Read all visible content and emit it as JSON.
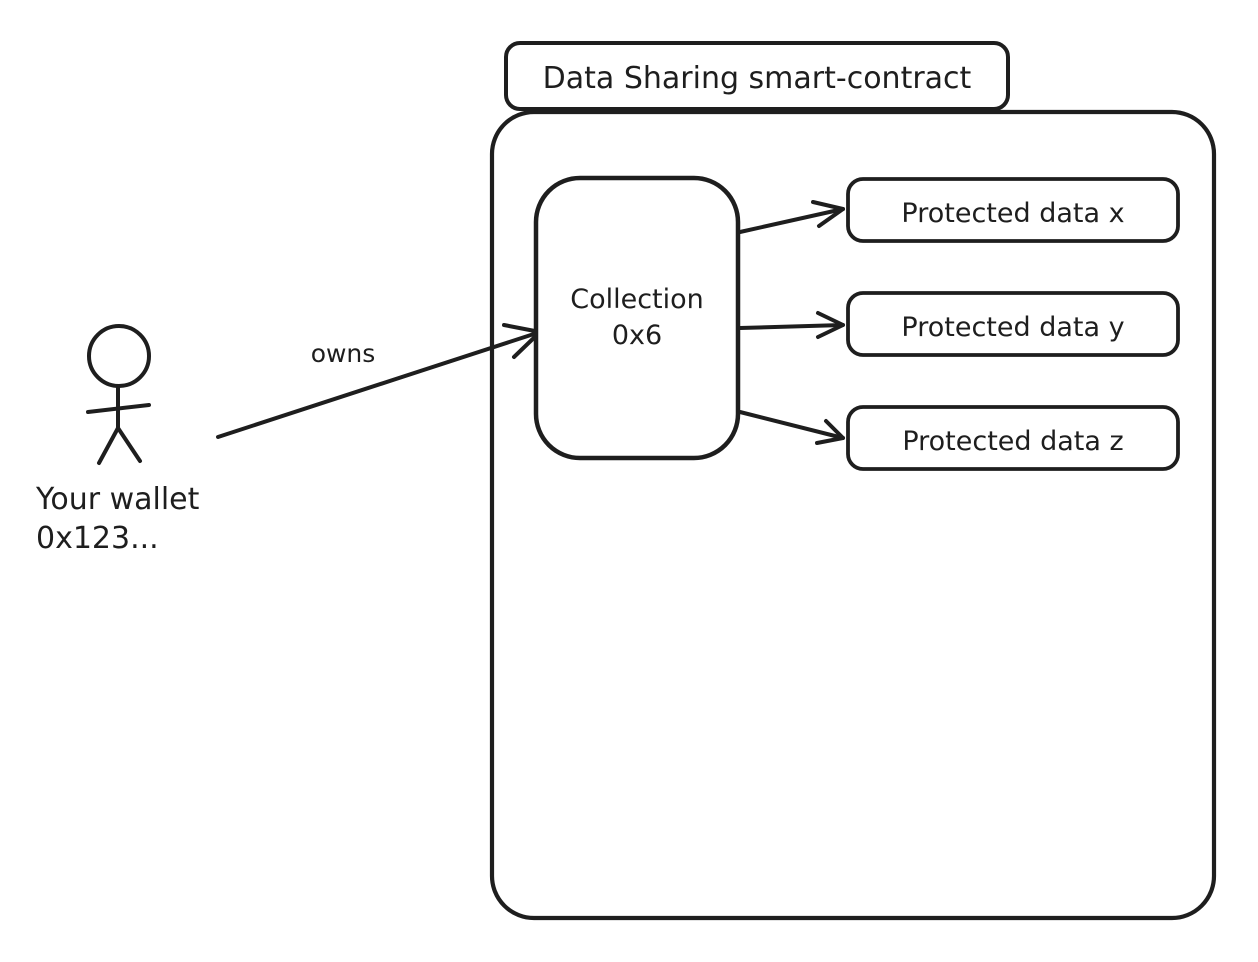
{
  "colors": {
    "stroke": "#1e1e1e",
    "background": "#ffffff"
  },
  "contract": {
    "title": "Data Sharing smart-contract"
  },
  "collection": {
    "name": "Collection",
    "address": "0x6"
  },
  "protected_data": [
    {
      "label": "Protected data x"
    },
    {
      "label": "Protected data y"
    },
    {
      "label": "Protected data z"
    }
  ],
  "wallet": {
    "name": "Your wallet",
    "address": "0x123...",
    "relation_label": "owns"
  }
}
